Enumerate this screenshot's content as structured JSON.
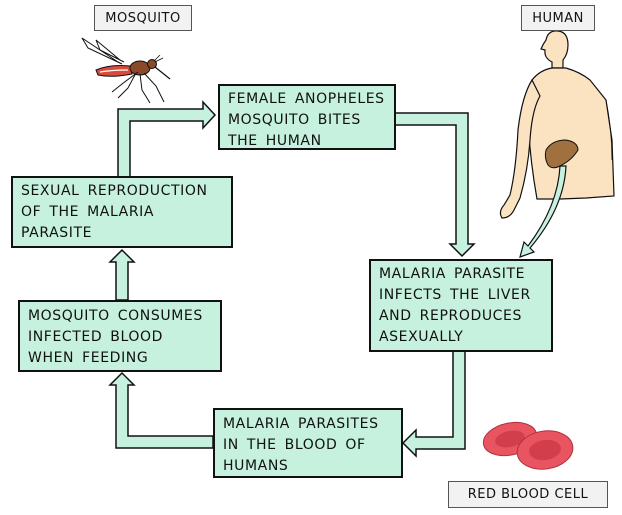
{
  "labels": {
    "mosquito": "MOSQUITO",
    "human": "HUMAN",
    "red_blood_cell": "RED BLOOD CELL"
  },
  "steps": [
    {
      "lines": [
        "FEMALE ANOPHELES",
        "MOSQUITO BITES",
        "THE HUMAN"
      ]
    },
    {
      "lines": [
        "MALARIA PARASITE",
        "INFECTS THE LIVER",
        "AND REPRODUCES",
        "ASEXUALLY"
      ]
    },
    {
      "lines": [
        "MALARIA PARASITES",
        "IN THE BLOOD OF",
        "HUMANS"
      ]
    },
    {
      "lines": [
        "MOSQUITO CONSUMES",
        "INFECTED BLOOD",
        "WHEN FEEDING"
      ]
    },
    {
      "lines": [
        "SEXUAL REPRODUCTION",
        "OF THE MALARIA",
        "PARASITE"
      ]
    }
  ],
  "colors": {
    "box_fill": "#c6f1df",
    "arrow_fill": "#c6f1df",
    "skin": "#fbe3c2",
    "liver": "#a0703f",
    "blood_cell": "#e8545f",
    "mosquito_body": "#8a4a2a",
    "mosquito_abdomen": "#d94a3a"
  },
  "icons": {
    "mosquito": "mosquito-illustration",
    "human": "human-torso-illustration",
    "liver": "liver-illustration",
    "red_blood_cells": "red-blood-cells-illustration"
  }
}
